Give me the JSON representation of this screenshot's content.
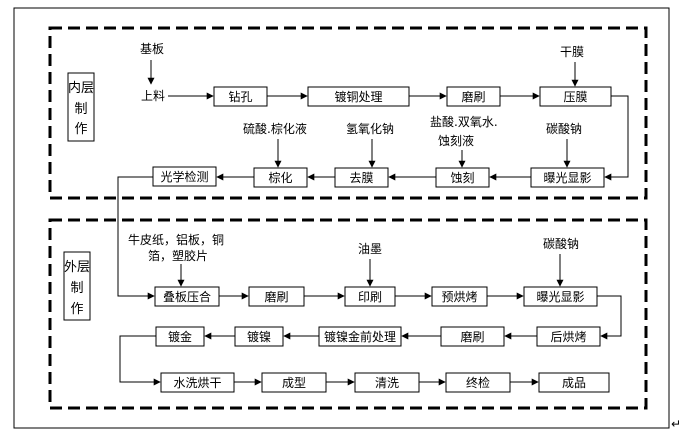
{
  "inner_section": {
    "label_lines": [
      "内层",
      "制",
      "作"
    ],
    "inputs": {
      "substrate": "基板",
      "dry_film": "干膜",
      "sodium_carbonate": "碳酸钠",
      "etchant_line1": "盐酸.双氧水.",
      "etchant_line2": "蚀刻液",
      "sodium_hydroxide": "氢氧化钠",
      "brown_chem": "硫酸.棕化液"
    },
    "steps": {
      "load": "上料",
      "drill": "钻孔",
      "copper_plating": "镀铜处理",
      "brush": "磨刷",
      "film_press": "压膜",
      "expose_develop": "曝光显影",
      "etch": "蚀刻",
      "strip": "去膜",
      "brown_oxide": "棕化",
      "optical_inspection": "光学检测"
    }
  },
  "outer_section": {
    "label_lines": [
      "外层",
      "制",
      "作"
    ],
    "inputs": {
      "laminate_line1": "牛皮纸，铝板，铜",
      "laminate_line2": "箔，塑胶片",
      "ink": "油墨",
      "sodium_carbonate": "碳酸钠"
    },
    "steps": {
      "lamination": "叠板压合",
      "brush": "磨刷",
      "print": "印刷",
      "prebake": "预烘烤",
      "expose_develop": "曝光显影",
      "postbake": "后烘烤",
      "brush2": "磨刷",
      "pre_nickel_gold": "镀镍金前处理",
      "nickel_plating": "镀镍",
      "gold_plating": "镀金",
      "wash_dry": "水洗烘干",
      "forming": "成型",
      "cleaning": "清洗",
      "final_inspection": "终检",
      "finished_product": "成品"
    }
  }
}
